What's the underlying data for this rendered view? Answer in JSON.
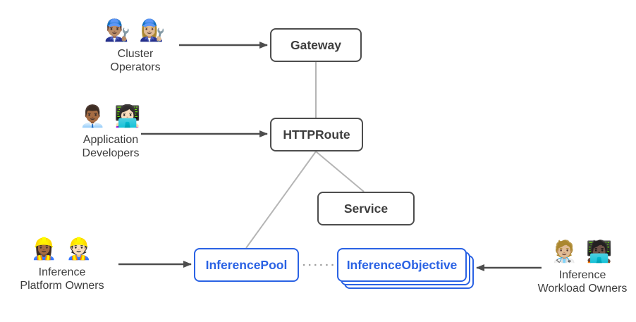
{
  "personas": {
    "cluster_operators": {
      "emojis": "👨🏽‍🔧 👩🏼‍🔧",
      "line1": "Cluster",
      "line2": "Operators"
    },
    "application_developers": {
      "emojis": "👨🏾‍💼 👩🏻‍💻",
      "line1": "Application",
      "line2": "Developers"
    },
    "inference_platform_owners": {
      "emojis": "👷🏾‍♀️ 👷🏻",
      "line1": "Inference",
      "line2": "Platform Owners"
    },
    "inference_workload_owners": {
      "emojis": "🧑🏼‍⚕️ 🧑🏿‍💻",
      "line1": "Inference",
      "line2": "Workload Owners"
    }
  },
  "nodes": {
    "gateway": {
      "label": "Gateway"
    },
    "httproute": {
      "label": "HTTPRoute"
    },
    "service": {
      "label": "Service"
    },
    "inference_pool": {
      "label": "InferencePool"
    },
    "inference_objective": {
      "label": "InferenceObjective"
    }
  },
  "colors": {
    "accent_blue": "#2a62e4",
    "node_border_gray": "#4d4d4d",
    "node_text_gray": "#3d3d3d",
    "connector_gray": "#b5b5b5",
    "dotted_gray": "#9e9e9e",
    "arrow_dark": "#4d4d4d",
    "background": "#ffffff"
  }
}
